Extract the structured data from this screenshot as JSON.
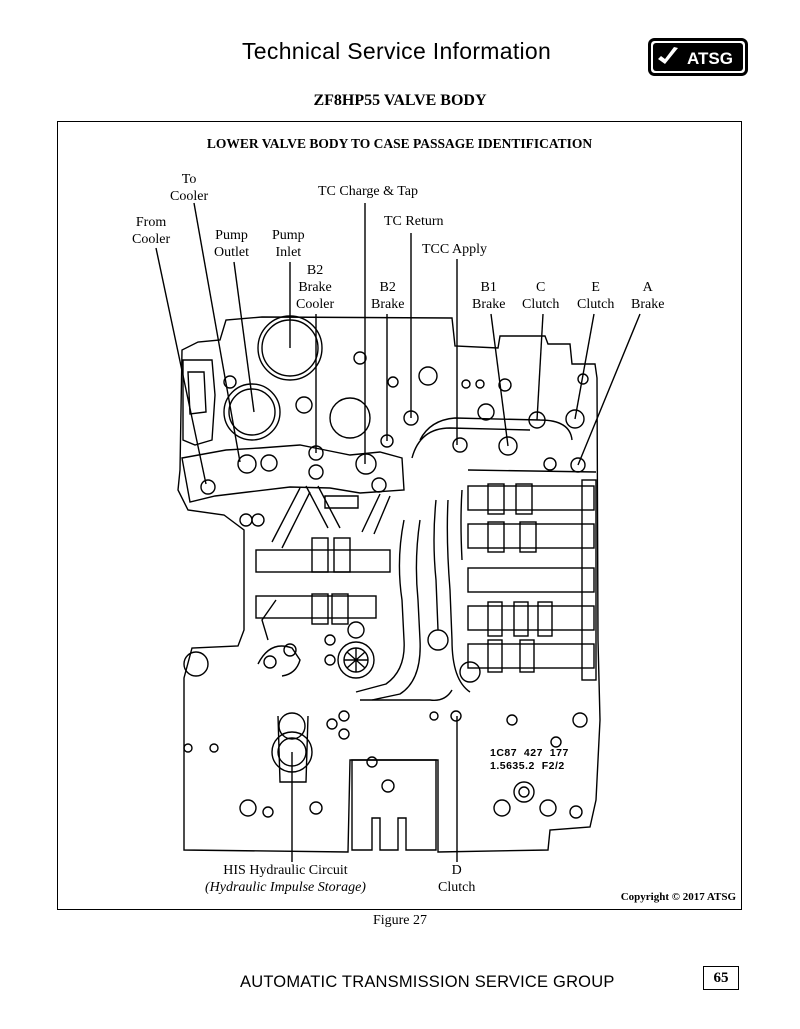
{
  "header": {
    "title": "Technical Service Information",
    "logo_text": "ATSG"
  },
  "document": {
    "title": "ZF8HP55 VALVE BODY"
  },
  "figure": {
    "title": "LOWER VALVE BODY TO CASE PASSAGE IDENTIFICATION",
    "labels": {
      "to_cooler": "To\nCooler",
      "from_cooler": "From\nCooler",
      "pump_outlet": "Pump\nOutlet",
      "pump_inlet": "Pump\nInlet",
      "tc_charge_tap": "TC Charge & Tap",
      "tc_return": "TC Return",
      "tcc_apply": "TCC Apply",
      "b2_brake_cooler": "B2\nBrake\nCooler",
      "b2_brake": "B2\nBrake",
      "b1_brake": "B1\nBrake",
      "c_clutch": "C\nClutch",
      "e_clutch": "E\nClutch",
      "a_brake": "A\nBrake",
      "his_line1": "HIS Hydraulic Circuit",
      "his_line2": "(Hydraulic Impulse Storage)",
      "d_clutch": "D\nClutch"
    },
    "part_number_line1": "1C87  427  177",
    "part_number_line2": "1.5635.2  F2/2",
    "copyright": "Copyright © 2017 ATSG",
    "caption": "Figure 27"
  },
  "footer": {
    "org": "AUTOMATIC TRANSMISSION SERVICE GROUP",
    "page": "65"
  }
}
